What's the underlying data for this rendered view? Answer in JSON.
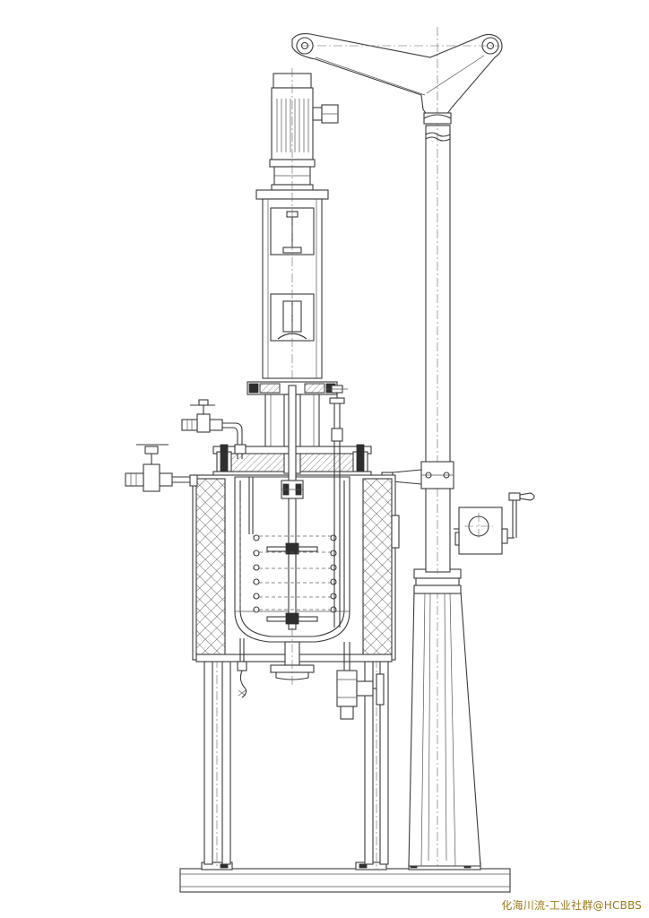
{
  "watermark": {
    "text": "化海川流-工业社群@HCBBS",
    "color": "#9a7a1c"
  },
  "drawing": {
    "line_color": "#3a3a3a",
    "background": "#ffffff",
    "components": [
      "motor",
      "motor-cooling-fan-box",
      "coupling-bracket",
      "magnetic-coupling-housing",
      "top-flange",
      "reactor-lid",
      "reactor-vessel",
      "stirrer-shaft",
      "stirrer-impeller",
      "cooling-coil",
      "thermocouple-well",
      "heating-jacket-insulation",
      "gas-inlet-valve",
      "sampling-valve",
      "pressure-gauge-fitting",
      "bottom-discharge-valve",
      "bottom-drain-nozzle",
      "support-legs",
      "base-plate",
      "lifting-column",
      "column-base",
      "lifting-arm",
      "lifting-hand-crank"
    ]
  }
}
